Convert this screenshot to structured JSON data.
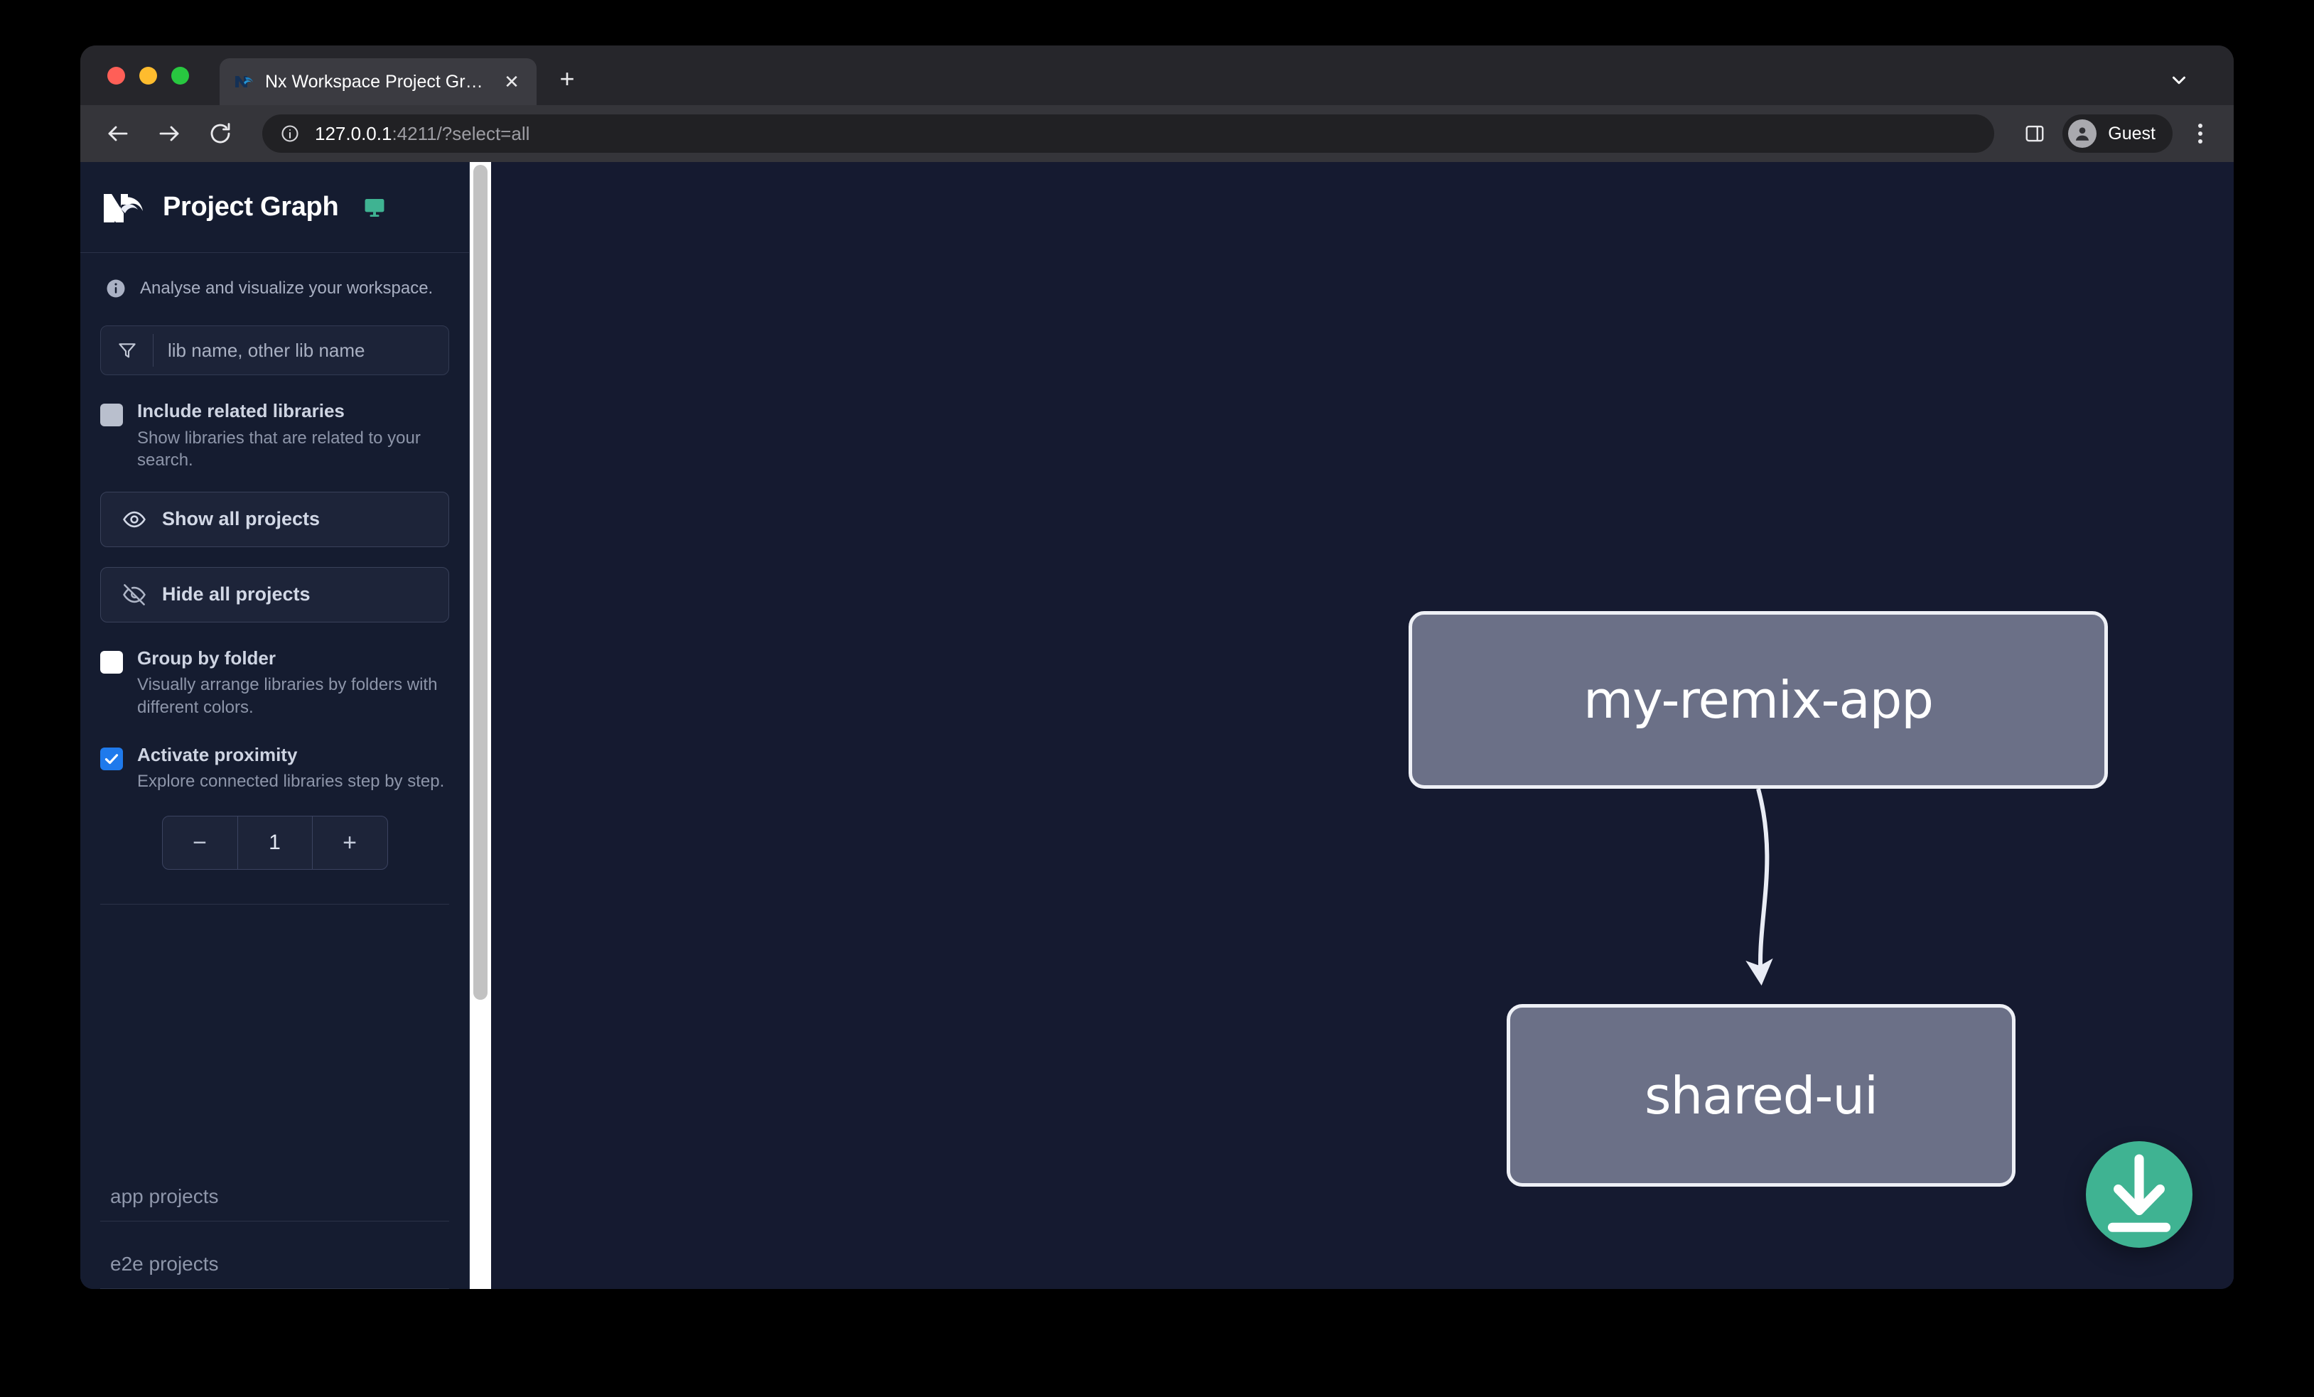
{
  "browser": {
    "tab": {
      "title": "Nx Workspace Project Graph",
      "favicon": "nx-favicon-icon",
      "close_label": "✕"
    },
    "new_tab_label": "+",
    "tab_list_icon": "chevron-down-icon",
    "nav": {
      "back_icon": "back-arrow-icon",
      "forward_icon": "forward-arrow-icon",
      "reload_icon": "reload-icon"
    },
    "omnibox": {
      "info_icon": "site-info-icon",
      "url_host": "127.0.0.1",
      "url_rest": ":4211/?select=all"
    },
    "side_panel_icon": "side-panel-icon",
    "profile": {
      "name": "Guest",
      "avatar_icon": "user-avatar-icon"
    },
    "menu_icon": "kebab-menu-icon"
  },
  "sidebar": {
    "logo_icon": "nx-logo-icon",
    "title": "Project Graph",
    "monitor_icon": "monitor-icon",
    "note": {
      "icon": "info-icon",
      "text": "Analyse and visualize your workspace."
    },
    "filter": {
      "icon": "filter-icon",
      "placeholder": "lib name, other lib name",
      "value": ""
    },
    "options": [
      {
        "id": "include-related-libraries",
        "label": "Include related libraries",
        "desc": "Show libraries that are related to your search.",
        "state": "disabled"
      },
      {
        "id": "group-by-folder",
        "label": "Group by folder",
        "desc": "Visually arrange libraries by folders with different colors.",
        "state": "unchecked"
      },
      {
        "id": "activate-proximity",
        "label": "Activate proximity",
        "desc": "Explore connected libraries step by step.",
        "state": "checked"
      }
    ],
    "buttons": [
      {
        "id": "show-all-projects",
        "label": "Show all projects",
        "icon": "eye-icon"
      },
      {
        "id": "hide-all-projects",
        "label": "Hide all projects",
        "icon": "eye-off-icon"
      }
    ],
    "stepper": {
      "decrement_label": "−",
      "value": "1",
      "increment_label": "+"
    },
    "groups": [
      {
        "id": "app-projects",
        "label": "app projects"
      },
      {
        "id": "e2e-projects",
        "label": "e2e projects"
      }
    ]
  },
  "graph": {
    "nodes": [
      {
        "id": "my-remix-app",
        "label": "my-remix-app"
      },
      {
        "id": "shared-ui",
        "label": "shared-ui"
      }
    ],
    "edges": [
      {
        "from": "my-remix-app",
        "to": "shared-ui"
      }
    ],
    "download_button": {
      "icon": "download-icon",
      "label": ""
    }
  },
  "colors": {
    "page_background": "#151a30",
    "sidebar_background": "#151c30",
    "node_fill": "#6b7087",
    "node_border": "#eef0f6",
    "accent_green": "#3fb392",
    "checkbox_checked": "#1f7aec"
  }
}
